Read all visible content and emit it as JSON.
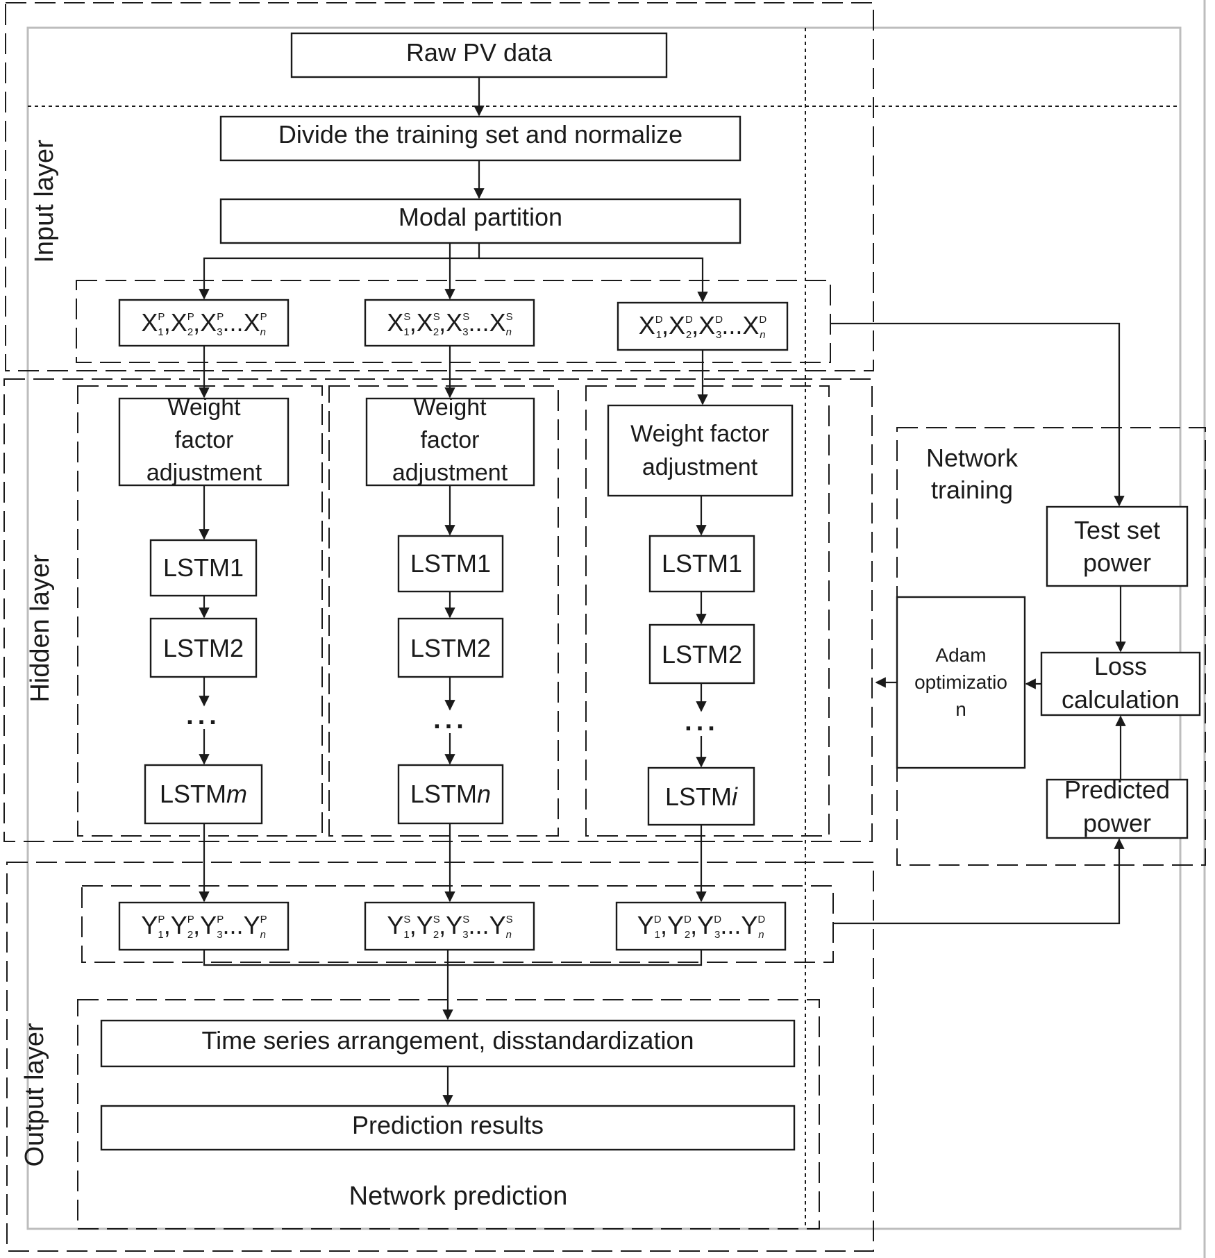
{
  "layers": {
    "input": "Input layer",
    "hidden": "Hidden layer",
    "output": "Output layer"
  },
  "boxes": {
    "raw": "Raw PV data",
    "divide": "Divide the training set and normalize",
    "modal": "Modal partition",
    "time_series": "Time series arrangement, disstandardization",
    "results": "Prediction results"
  },
  "inputs": [
    {
      "base": "X",
      "mode": "P",
      "last": "n"
    },
    {
      "base": "X",
      "mode": "S",
      "last": "n"
    },
    {
      "base": "X",
      "mode": "D",
      "last": "n"
    }
  ],
  "outputs": [
    {
      "base": "Y",
      "mode": "P",
      "last": "n"
    },
    {
      "base": "Y",
      "mode": "S",
      "last": "n"
    },
    {
      "base": "Y",
      "mode": "D",
      "last": "n"
    }
  ],
  "branches": [
    {
      "weight": [
        "Weight",
        "factor",
        "adjustment"
      ],
      "lstm1": "LSTM1",
      "lstm2": "LSTM2",
      "dots": "...",
      "last_prefix": "LSTM",
      "last_suffix": "m"
    },
    {
      "weight": [
        "Weight",
        "factor",
        "adjustment"
      ],
      "lstm1": "LSTM1",
      "lstm2": "LSTM2",
      "dots": "...",
      "last_prefix": "LSTM",
      "last_suffix": "n"
    },
    {
      "weight": [
        "Weight factor",
        "adjustment"
      ],
      "lstm1": "LSTM1",
      "lstm2": "LSTM2",
      "dots": "...",
      "last_prefix": "LSTM",
      "last_suffix": "i"
    }
  ],
  "training": {
    "title": [
      "Network",
      "training"
    ],
    "test_set": [
      "Test set",
      "power"
    ],
    "loss": [
      "Loss",
      "calculation"
    ],
    "predicted": [
      "Predicted",
      "power"
    ],
    "adam": [
      "Adam",
      "optimizatio",
      "n"
    ]
  },
  "network_prediction": "Network prediction"
}
